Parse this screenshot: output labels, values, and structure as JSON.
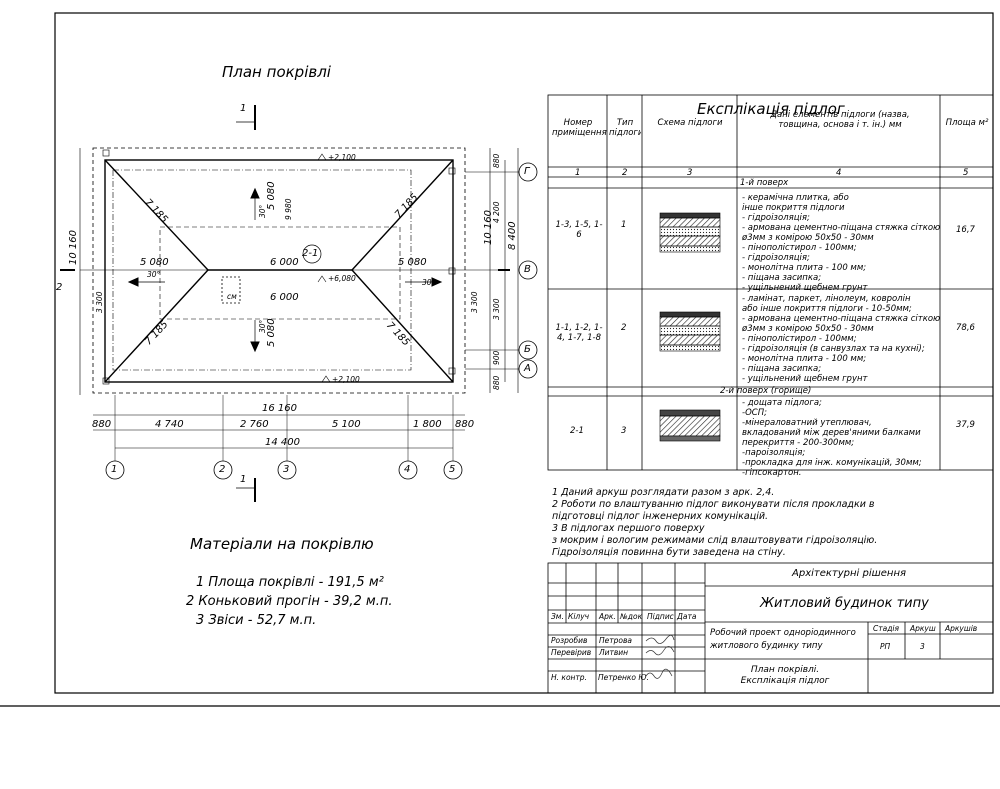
{
  "roof_plan": {
    "title": "План покрівлі",
    "section_mark": "1",
    "section_mark_left": "2",
    "dims_top": {
      "overall": "16 160",
      "parts": [
        "880",
        "4 740",
        "2 760",
        "5 100",
        "1 800",
        "880"
      ],
      "total": "14 400"
    },
    "dims_inner": {
      "ridge_length": "6 000",
      "left_half": "5 080",
      "right_half": "5 080",
      "ridge_lower": "6 000",
      "upper_half": "5 080",
      "lower_half": "5 080"
    },
    "slopes": [
      "30°",
      "30°",
      "30°",
      "30°"
    ],
    "hip_lengths": [
      "7 185",
      "7 185",
      "7 185",
      "7 185"
    ],
    "levels": [
      "+2,100",
      "+2,100",
      "+6,080"
    ],
    "vertical_dims_left": "10 160",
    "vertical_dims_right": {
      "overall": "10 160",
      "total": "8 400",
      "parts": [
        "880",
        "4 200",
        "3 300",
        "900",
        "880"
      ]
    },
    "small_dims": [
      "3 300",
      "3 300",
      "9 980"
    ],
    "element_label": "2-1",
    "chimney_label": "см",
    "axes_x": [
      "1",
      "2",
      "3",
      "4",
      "5"
    ],
    "axes_y": [
      "Г",
      "В",
      "Б",
      "А"
    ]
  },
  "materials": {
    "title": "Матеріали на покрівлю",
    "items": [
      "1 Площа покрівлі - 191,5 м²",
      "2 Коньковий прогін - 39,2 м.п.",
      "3 Звіси - 52,7 м.п."
    ]
  },
  "floors": {
    "title": "Експлікація підлог",
    "headers": [
      "Номер приміщення",
      "Тип підлоги",
      "Схема підлоги",
      "Дані елементів підлоги (назва, товщина, основа і т. ін.) мм",
      "Площа м²"
    ],
    "col_numbers": [
      "1",
      "2",
      "3",
      "4",
      "5"
    ],
    "section1": "1-й поверх",
    "section2": "2-й поверх (горище)",
    "rows": [
      {
        "rooms": "1-3, 1-5, 1-6",
        "type": "1",
        "layers": [
          "- керамічна плитка, або",
          "  інше покриття підлоги",
          "- гідроізоляція;",
          "- армована цементно-піщана стяжка сіткою",
          "  ø3мм з комірою 50х50 - 30мм",
          "- пінополістирол - 100мм;",
          "- гідроізоляція;",
          "- монолітна плита - 100 мм;",
          "- піщана засипка;",
          "- ущільнений щебнем грунт"
        ],
        "area": "16,7"
      },
      {
        "rooms": "1-1, 1-2, 1-4, 1-7, 1-8",
        "type": "2",
        "layers": [
          "- ламінат, паркет, лінолеум, ковролін",
          "  або інше покриття підлоги - 10-50мм;",
          "- армована цементно-піщана стяжка сіткою",
          "  ø3мм з комірою 50х50 - 30мм",
          "- пінополістирол - 100мм;",
          "- гідроізоляція (в санвузлах та на кухні);",
          "- монолітна плита - 100 мм;",
          "- піщана засипка;",
          "- ущільнений щебнем грунт"
        ],
        "area": "78,6"
      },
      {
        "rooms": "2-1",
        "type": "3",
        "layers": [
          "- дощата підлога;",
          "-ОСП;",
          "-мінераловатний утеплювач,",
          "вкладований між дерев'яними балками",
          "перекриття - 200-300мм;",
          "-пароізоляція;",
          "-прокладка для інж. комунікацій, 30мм;",
          "-гіпсокартон."
        ],
        "area": "37,9"
      }
    ],
    "notes": [
      "1 Даний аркуш розглядати разом з арк. 2,4.",
      "2 Роботи по влаштуванню підлог виконувати після прокладки  в",
      "   підготовці підлог інженерних комунікацій.",
      "3 В підлогах першого поверху",
      "з мокрим і вологим режимами слід влаштовувати  гідроізоляцію.",
      "Гідроізоляція повинна бути заведена на стіну."
    ]
  },
  "stamp": {
    "project": "Архітектурні рішення",
    "building": "Житловий будинок типу",
    "headers": [
      "Зм.",
      "Кілуч",
      "Арк.",
      "№док",
      "Підпис",
      "Дата"
    ],
    "roles": [
      {
        "role": "Розробив",
        "name": "Петрова"
      },
      {
        "role": "Перевірив",
        "name": "Литвин"
      },
      {
        "role": "",
        "name": ""
      },
      {
        "role": "Н. контр.",
        "name": "Петренко Ю."
      }
    ],
    "doc_title": "Робочий проект одноріодинного житлового будинку типу",
    "stage_header": "Стадія",
    "sheet_header": "Аркуш",
    "sheets_header": "Аркушів",
    "stage": "РП",
    "sheet": "3",
    "drawing_title": "План покрівлі. Експлікація підлог"
  },
  "colors": {
    "line": "#000000",
    "dash": "#555555",
    "hatch": "#222222"
  }
}
